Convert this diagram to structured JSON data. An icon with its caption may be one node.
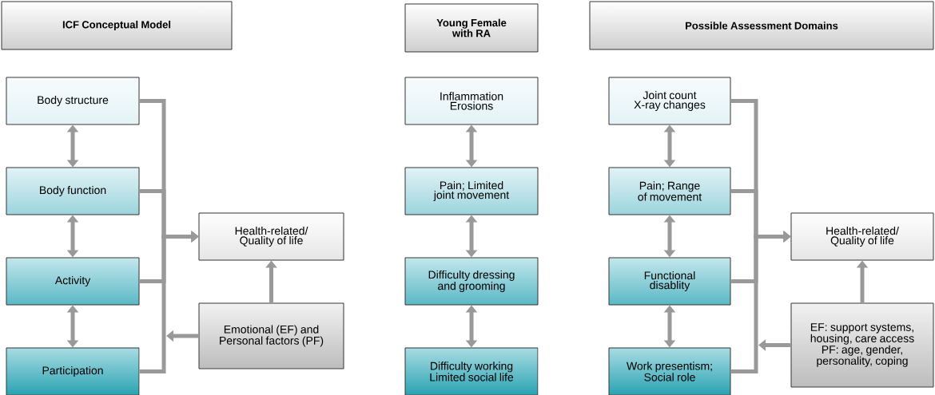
{
  "diagram": {
    "nodes": [
      {
        "text": [
          "ICF Conceptual Model"
        ]
      },
      {
        "text": [
          "Body structure"
        ]
      },
      {
        "text": [
          "Body function"
        ]
      },
      {
        "text": [
          "Activity"
        ]
      },
      {
        "text": [
          "Participation"
        ]
      },
      {
        "text": [
          "Health-related/ Quality of life"
        ]
      },
      {
        "text": [
          "Emotional (EF) and Personal factors (PF)"
        ]
      },
      {
        "text": [
          "Young Female with RA"
        ]
      },
      {
        "text": [
          "Inflammation Erosions"
        ]
      },
      {
        "text": [
          "Pain; Limited joint movement"
        ]
      },
      {
        "text": [
          "Difficulty dressing and grooming"
        ]
      },
      {
        "text": [
          "Difficulty working Limited social life"
        ]
      },
      {
        "text": [
          "Possible Assessment Domains"
        ]
      },
      {
        "text": [
          "Joint count X-ray changes"
        ]
      },
      {
        "text": [
          "Pain; Range of movement"
        ]
      },
      {
        "text": [
          "Functional disablity"
        ]
      },
      {
        "text": [
          "Work presentism; Social role"
        ]
      },
      {
        "text": [
          "Health-related/ Quality of life"
        ]
      },
      {
        "text": [
          "EF: support systems, housing, care access PF: age, gender, personality, coping"
        ]
      }
    ],
    "edges": [
      {
        "from": 1,
        "to": 2,
        "arrow": "both"
      },
      {
        "from": 2,
        "to": 3,
        "arrow": "both"
      },
      {
        "from": 3,
        "to": 4,
        "arrow": "both"
      },
      {
        "from": 1,
        "to": 5,
        "arrow": "to"
      },
      {
        "from": 2,
        "to": 5,
        "arrow": "to"
      },
      {
        "from": 3,
        "to": 5,
        "arrow": "to"
      },
      {
        "from": 4,
        "to": 5,
        "arrow": "to"
      },
      {
        "from": 6,
        "to": null,
        "arrow": "to"
      },
      {
        "from": 6,
        "to": 5,
        "arrow": "to"
      },
      {
        "from": 8,
        "to": 9,
        "arrow": "both"
      },
      {
        "from": 9,
        "to": 10,
        "arrow": "both"
      },
      {
        "from": 10,
        "to": 11,
        "arrow": "both"
      },
      {
        "from": 13,
        "to": 14,
        "arrow": "both"
      },
      {
        "from": 14,
        "to": 15,
        "arrow": "both"
      },
      {
        "from": 15,
        "to": 16,
        "arrow": "both"
      },
      {
        "from": 13,
        "to": 17,
        "arrow": "to"
      },
      {
        "from": 14,
        "to": 17,
        "arrow": "to"
      },
      {
        "from": 15,
        "to": 17,
        "arrow": "to"
      },
      {
        "from": 16,
        "to": 17,
        "arrow": "to"
      },
      {
        "from": 18,
        "to": null,
        "arrow": "to"
      },
      {
        "from": 18,
        "to": 17,
        "arrow": "to"
      }
    ]
  }
}
